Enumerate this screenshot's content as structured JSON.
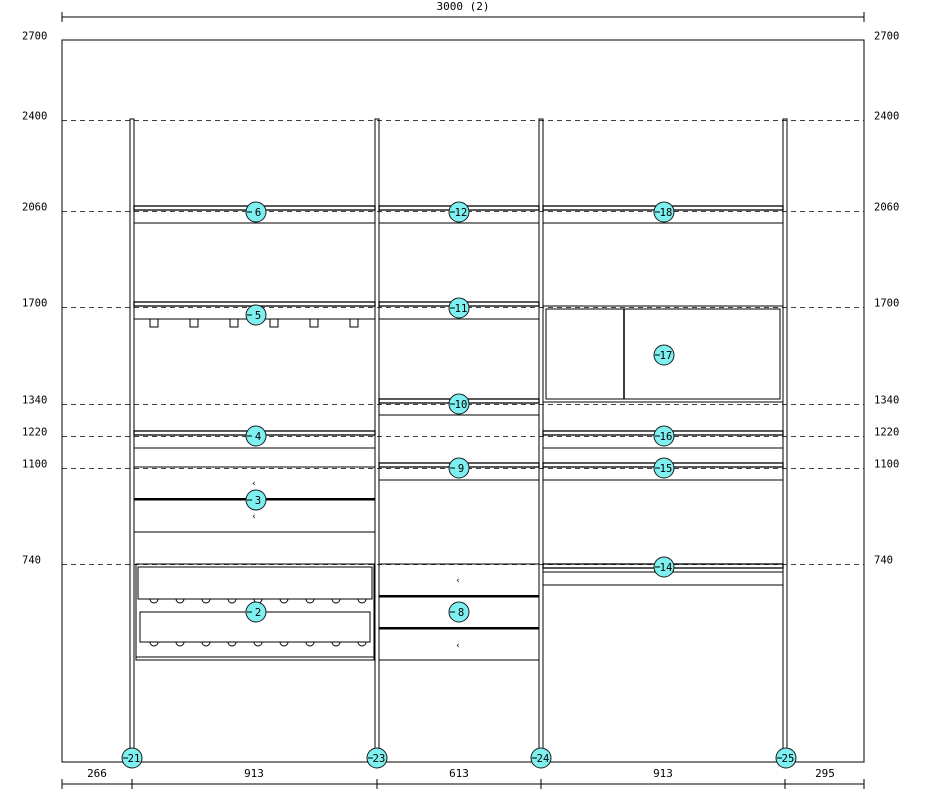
{
  "drawing": {
    "overall_width_label": "3000 (2)",
    "height_levels": [
      {
        "mm": 2700,
        "label": "2700"
      },
      {
        "mm": 2400,
        "label": "2400"
      },
      {
        "mm": 2060,
        "label": "2060"
      },
      {
        "mm": 1700,
        "label": "1700"
      },
      {
        "mm": 1340,
        "label": "1340"
      },
      {
        "mm": 1220,
        "label": "1220"
      },
      {
        "mm": 1100,
        "label": "1100"
      },
      {
        "mm": 740,
        "label": "740"
      }
    ],
    "bottom_dimensions": [
      "266",
      "913",
      "613",
      "913",
      "295"
    ],
    "uprights": [
      {
        "id": "21",
        "label": "21"
      },
      {
        "id": "23",
        "label": "23"
      },
      {
        "id": "24",
        "label": "24"
      },
      {
        "id": "25",
        "label": "25"
      }
    ],
    "components": [
      {
        "id": "2",
        "label": "2",
        "bay": 1,
        "type": "wine-rack"
      },
      {
        "id": "3",
        "label": "3",
        "bay": 1,
        "type": "drawers"
      },
      {
        "id": "4",
        "label": "4",
        "bay": 1,
        "type": "shelf"
      },
      {
        "id": "5",
        "label": "5",
        "bay": 1,
        "type": "shelf-with-hooks"
      },
      {
        "id": "6",
        "label": "6",
        "bay": 1,
        "type": "shelf"
      },
      {
        "id": "8",
        "label": "8",
        "bay": 2,
        "type": "drawers"
      },
      {
        "id": "9",
        "label": "9",
        "bay": 2,
        "type": "shelf"
      },
      {
        "id": "10",
        "label": "10",
        "bay": 2,
        "type": "shelf"
      },
      {
        "id": "11",
        "label": "11",
        "bay": 2,
        "type": "shelf"
      },
      {
        "id": "12",
        "label": "12",
        "bay": 2,
        "type": "shelf"
      },
      {
        "id": "14",
        "label": "14",
        "bay": 3,
        "type": "shelf"
      },
      {
        "id": "15",
        "label": "15",
        "bay": 3,
        "type": "shelf"
      },
      {
        "id": "16",
        "label": "16",
        "bay": 3,
        "type": "shelf"
      },
      {
        "id": "17",
        "label": "17",
        "bay": 3,
        "type": "cabinet"
      },
      {
        "id": "18",
        "label": "18",
        "bay": 3,
        "type": "shelf"
      }
    ],
    "colors": {
      "line": "#000000",
      "tag_fill": "#7ff0f0",
      "tag_stroke": "#1a1a1a"
    }
  }
}
